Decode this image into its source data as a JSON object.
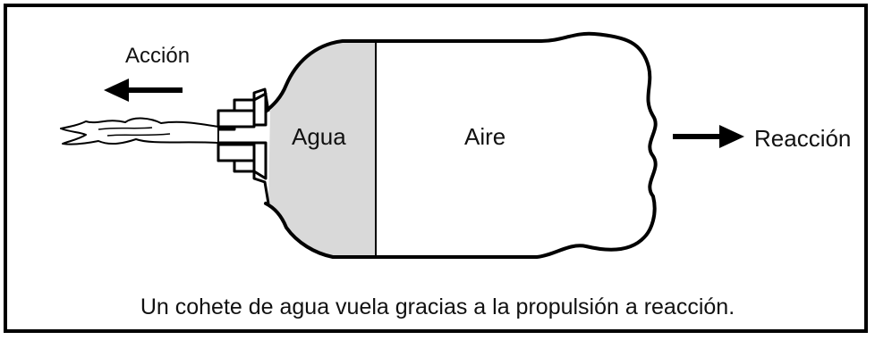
{
  "labels": {
    "action": "Acción",
    "water": "Agua",
    "air": "Aire",
    "reaction": "Reacción"
  },
  "caption": "Un cohete de agua vuela gracias a la propulsión a reacción.",
  "colors": {
    "border": "#000000",
    "water_fill": "#d9d9d9",
    "background": "#ffffff"
  }
}
